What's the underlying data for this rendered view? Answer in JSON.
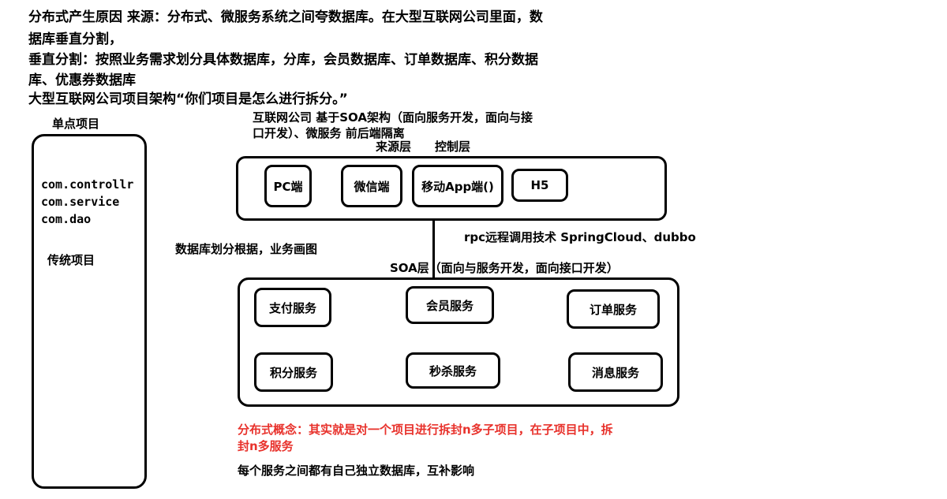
{
  "intro": {
    "line1": "分布式产生原因 来源：分布式、微服务系统之间夸数据库。在大型互联网公司里面，数",
    "line2": "据库垂直分割，",
    "line3": "垂直分割：按照业务需求划分具体数据库，分库，会员数据库、订单数据库、积分数据",
    "line4": "库、优惠券数据库",
    "line5": "大型互联网公司项目架构“你们项目是怎么进行拆分。”"
  },
  "single_project": {
    "title": "单点项目",
    "packages": [
      "com.controllr",
      "com.service",
      "com.dao"
    ],
    "caption": "传统项目"
  },
  "soa_header": {
    "line1": "互联网公司 基于SOA架构（面向服务开发，面向与接",
    "line2": "口开发）、微服务 前后端隔离",
    "source_layer": "来源层",
    "control_layer": "控制层"
  },
  "clients": [
    "PC端",
    "微信端",
    "移动App端()",
    "H5"
  ],
  "rpc_label": "rpc远程调用技术 SpringCloud、dubbo",
  "db_split_label": "数据库划分根据，业务画图",
  "soa_layer_label": "SOA层（面向与服务开发，面向接口开发）",
  "services": [
    "支付服务",
    "会员服务",
    "订单服务",
    "积分服务",
    "秒杀服务",
    "消息服务"
  ],
  "distributed_concept": {
    "line1": "分布式概念：其实就是对一个项目进行拆封n多子项目，在子项目中，拆",
    "line2": "封n多服务"
  },
  "footer_note": "每个服务之间都有自己独立数据库，互补影响",
  "colors": {
    "text": "#000000",
    "concept": "#e8322c",
    "background": "#ffffff"
  }
}
